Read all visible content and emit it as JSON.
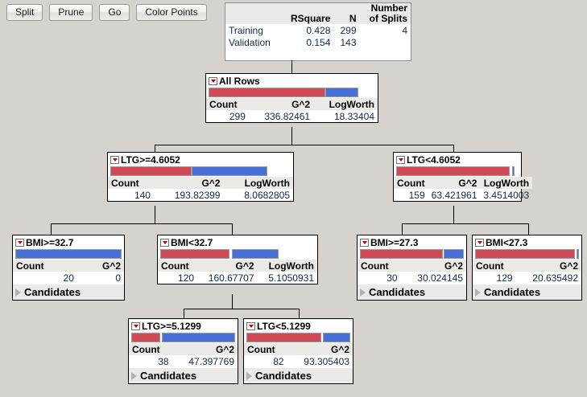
{
  "toolbar": {
    "buttons": [
      {
        "label": "Split",
        "name": "split-button"
      },
      {
        "label": "Prune",
        "name": "prune-button"
      },
      {
        "label": "Go",
        "name": "go-button"
      },
      {
        "label": "Color Points",
        "name": "color-points-button"
      }
    ]
  },
  "summary": {
    "headers": [
      "",
      "RSquare",
      "N",
      "Number of Splits"
    ],
    "header_rsquare": "RSquare",
    "header_n": "N",
    "header_splits_line1": "Number",
    "header_splits_line2": "of Splits",
    "rows": [
      {
        "label": "Training",
        "rsquare": "0.428",
        "n": "299",
        "splits": "4"
      },
      {
        "label": "Validation",
        "rsquare": "0.154",
        "n": "143",
        "splits": ""
      }
    ]
  },
  "labels": {
    "count": "Count",
    "g2": "G^2",
    "logworth": "LogWorth",
    "candidates": "Candidates"
  },
  "colors": {
    "red": "#cf4a55",
    "blue": "#4670d8",
    "background": "#d6d3ce",
    "header": "#eceae6",
    "text": "#13284b"
  },
  "tree": {
    "nodes": [
      {
        "id": "root",
        "title": "All Rows",
        "count": "299",
        "g2": "336.82461",
        "logworth": "18.33404",
        "has_logworth": true,
        "has_candidates": false,
        "bar": {
          "red_start": 0,
          "red_width": 70,
          "blue_start": 70,
          "blue_width": 20
        }
      },
      {
        "id": "ltg-ge-4",
        "title": "LTG>=4.6052",
        "count": "140",
        "g2": "193.82399",
        "logworth": "8.0682805",
        "has_logworth": true,
        "has_candidates": false,
        "bar": {
          "red_start": 0,
          "red_width": 45,
          "blue_start": 45,
          "blue_width": 42
        }
      },
      {
        "id": "ltg-lt-4",
        "title": "LTG<4.6052",
        "count": "159",
        "g2": "63.421961",
        "logworth": "3.4514003",
        "has_logworth": true,
        "has_candidates": false,
        "bar": {
          "red_start": 0,
          "red_width": 93,
          "blue_start": 94.5,
          "blue_width": 2.5
        }
      },
      {
        "id": "bmi-ge-32",
        "title": "BMI>=32.7",
        "count": "20",
        "g2": "0",
        "logworth": "",
        "has_logworth": false,
        "has_candidates": true,
        "bar": {
          "red_start": 0,
          "red_width": 0,
          "blue_start": 0,
          "blue_width": 100
        }
      },
      {
        "id": "bmi-lt-32",
        "title": "BMI<32.7",
        "count": "120",
        "g2": "160.67707",
        "logworth": "5.1050931",
        "has_logworth": true,
        "has_candidates": false,
        "bar": {
          "red_start": 0,
          "red_width": 45,
          "blue_start": 46.5,
          "blue_width": 30
        }
      },
      {
        "id": "bmi-ge-27",
        "title": "BMI>=27.3",
        "count": "30",
        "g2": "30.024145",
        "logworth": "",
        "has_logworth": false,
        "has_candidates": true,
        "bar": {
          "red_start": 0,
          "red_width": 80,
          "blue_start": 81,
          "blue_width": 19
        }
      },
      {
        "id": "bmi-lt-27",
        "title": "BMI<27.3",
        "count": "129",
        "g2": "20.635492",
        "logworth": "",
        "has_logworth": false,
        "has_candidates": true,
        "bar": {
          "red_start": 0,
          "red_width": 96,
          "blue_start": 97.5,
          "blue_width": 2.5
        }
      },
      {
        "id": "ltg-ge-5",
        "title": "LTG>=5.1299",
        "count": "38",
        "g2": "47.397769",
        "logworth": "",
        "has_logworth": false,
        "has_candidates": true,
        "bar": {
          "red_start": 0,
          "red_width": 28,
          "blue_start": 29.5,
          "blue_width": 70.5
        }
      },
      {
        "id": "ltg-lt-5",
        "title": "LTG<5.1299",
        "count": "82",
        "g2": "93.305403",
        "logworth": "",
        "has_logworth": false,
        "has_candidates": true,
        "bar": {
          "red_start": 0,
          "red_width": 72,
          "blue_start": 73.5,
          "blue_width": 26.5
        }
      }
    ]
  }
}
